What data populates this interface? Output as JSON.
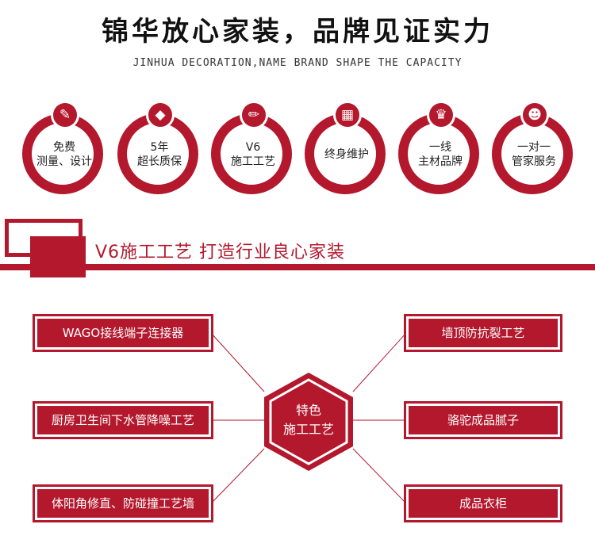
{
  "header": {
    "title": "锦华放心家装，品牌见证实力",
    "subtitle": "JINHUA DECORATION,NAME BRAND SHAPE THE CAPACITY"
  },
  "features": [
    {
      "icon": "compass-icon",
      "line1": "免费",
      "line2": "测量、设计"
    },
    {
      "icon": "diamond-icon",
      "line1": "5年",
      "line2": "超长质保"
    },
    {
      "icon": "pencil-icon",
      "line1": "V6",
      "line2": "施工工艺"
    },
    {
      "icon": "calendar-icon",
      "line1": "终身维护",
      "line2": ""
    },
    {
      "icon": "crown-icon",
      "line1": "一线",
      "line2": "主材品牌"
    },
    {
      "icon": "person-icon",
      "line1": "一对一",
      "line2": "管家服务"
    }
  ],
  "section": {
    "title": "V6施工工艺 打造行业良心家装"
  },
  "center": {
    "line1": "特色",
    "line2": "施工工艺"
  },
  "left_items": [
    "WAGO接线端子连接器",
    "厨房卫生间下水管降噪工艺",
    "体阳角修直、防碰撞工艺墙"
  ],
  "right_items": [
    "墙顶防抗裂工艺",
    "骆驼成品腻子",
    "成品衣柜"
  ],
  "colors": {
    "accent": "#b3182d"
  }
}
